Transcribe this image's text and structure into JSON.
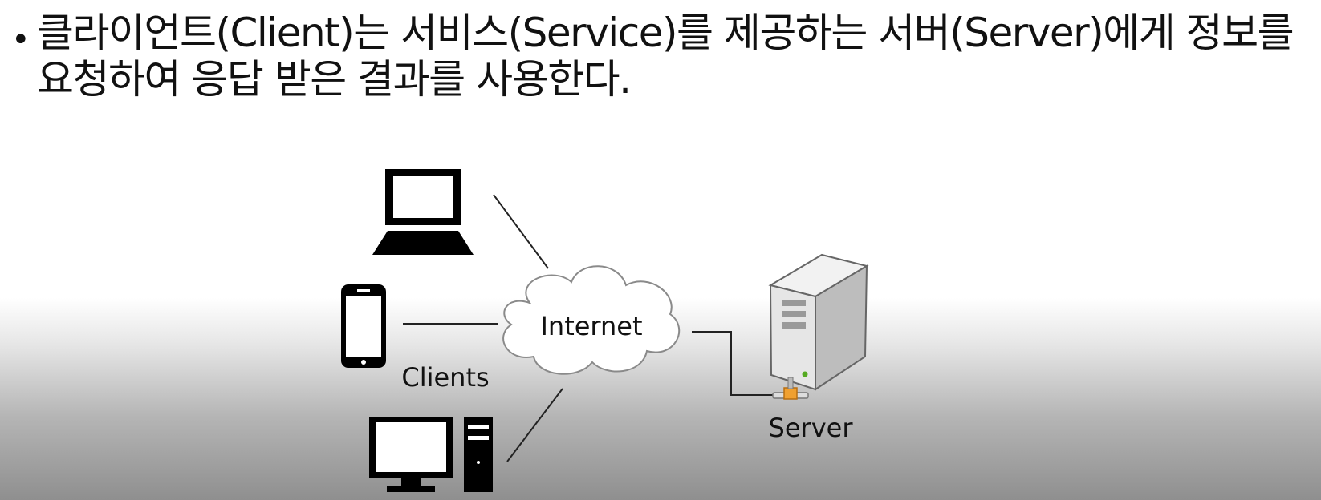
{
  "slide": {
    "bullet": {
      "marker": "•",
      "text": "클라이언트(Client)는 서비스(Service)를 제공하는 서버(Server)에게 정보를 요청하여 응답 받은 결과를 사용한다."
    }
  },
  "diagram": {
    "clients_label": "Clients",
    "internet_label": "Internet",
    "server_label": "Server",
    "icons": [
      "laptop-icon",
      "smartphone-icon",
      "desktop-computer-icon",
      "cloud-icon",
      "server-tower-icon",
      "network-connector-icon"
    ],
    "colors": {
      "line": "#222222",
      "device": "#000000",
      "cloud_stroke": "#8a8a8a",
      "server_body": "#dcdcdc",
      "server_led": "#55aa22",
      "connector": "#f0a030"
    }
  }
}
